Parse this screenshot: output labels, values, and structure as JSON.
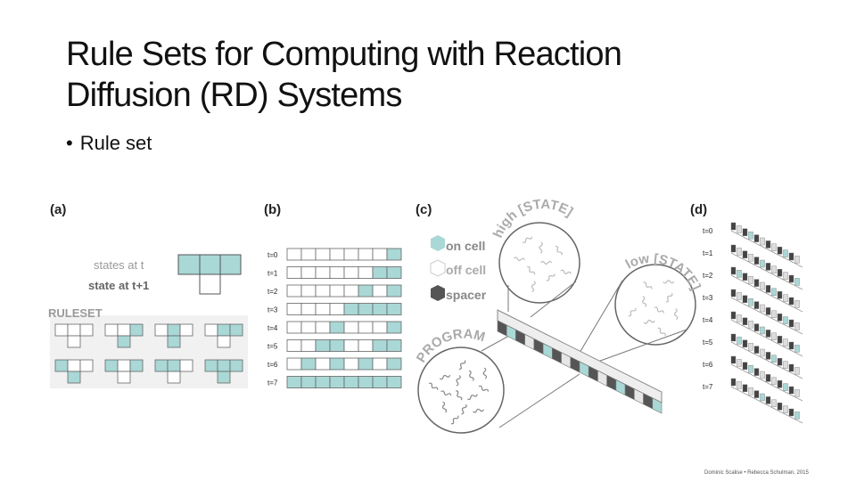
{
  "slide": {
    "title_line1": "Rule Sets for Computing with Reaction",
    "title_line2": "Diffusion (RD) Systems",
    "bullet": "Rule set",
    "footer": "Dominic Scalise • Rebecca Schulman, 2015"
  },
  "figure": {
    "panel_a": {
      "letter": "(a)",
      "states_at_t": "states at t",
      "state_at_t1": "state at t+1",
      "ruleset": "RULESET"
    },
    "panel_b": {
      "letter": "(b)",
      "times": [
        "t=0",
        "t=1",
        "t=2",
        "t=3",
        "t=4",
        "t=5",
        "t=6",
        "t=7"
      ],
      "on_cells": [
        [
          7
        ],
        [
          6,
          7
        ],
        [
          5,
          7
        ],
        [
          4,
          5,
          6,
          7
        ],
        [
          3,
          7
        ],
        [
          2,
          3,
          6,
          7
        ],
        [
          1,
          3,
          5,
          7
        ],
        [
          0,
          1,
          2,
          3,
          4,
          5,
          6,
          7
        ]
      ]
    },
    "panel_c": {
      "letter": "(c)",
      "on_cell": "on cell",
      "off_cell": "off cell",
      "spacer": "spacer",
      "high_state": "high [STATE]",
      "low_state": "low [STATE]",
      "program": "PROGRAM"
    },
    "panel_d": {
      "letter": "(d)",
      "times": [
        "t=0",
        "t=1",
        "t=2",
        "t=3",
        "t=4",
        "t=5",
        "t=6",
        "t=7"
      ]
    },
    "colors": {
      "on": "#a9d8d6",
      "on_dark": "#7fbfbb",
      "grid": "#666666",
      "gray_label": "#999999",
      "spacer": "#555555"
    }
  }
}
